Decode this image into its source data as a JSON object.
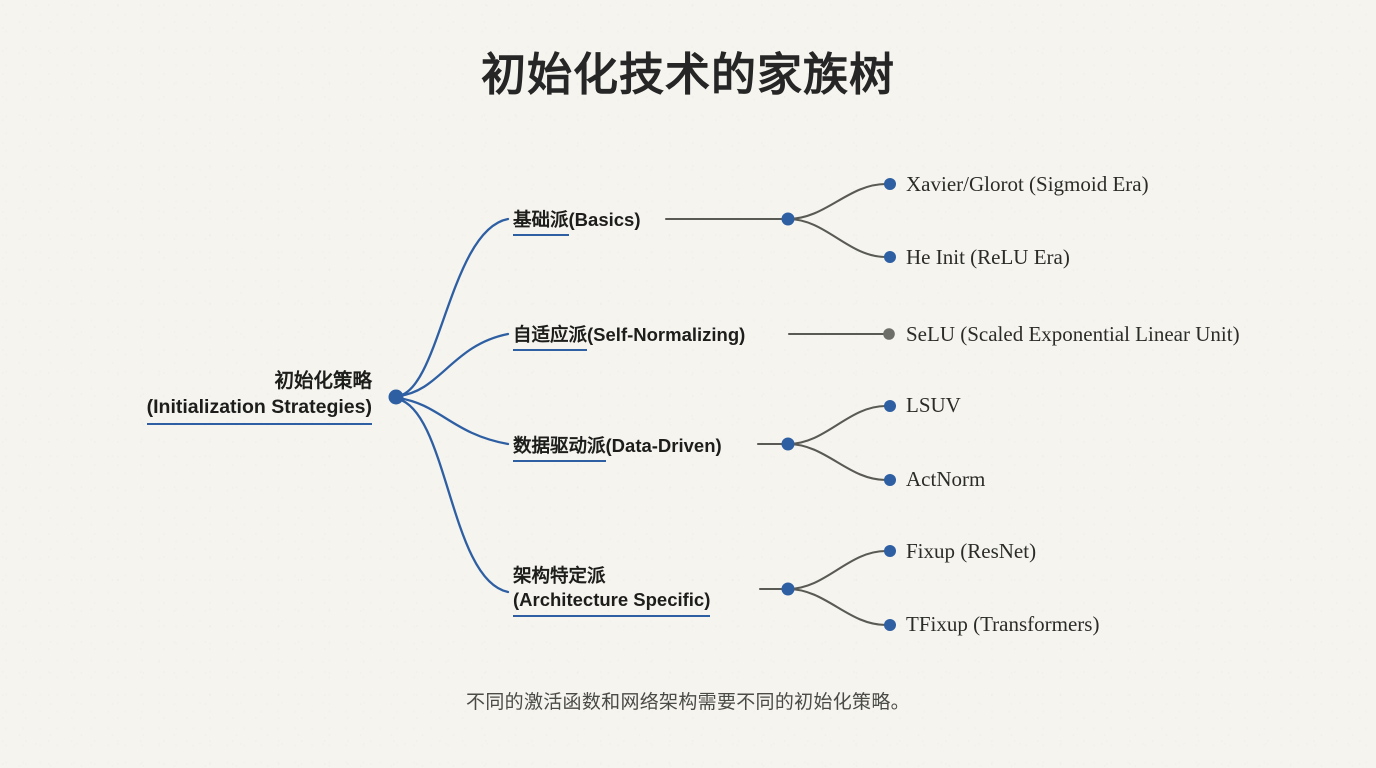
{
  "title": "初始化技术的家族树",
  "caption": "不同的激活函数和网络架构需要不同的初始化策略。",
  "colors": {
    "background": "#f5f4ef",
    "title": "#262626",
    "accent_blue": "#2e5fa3",
    "connector_gray": "#5a5a55",
    "neutral_dot": "#6e6e68",
    "text": "#1d1d1b",
    "caption": "#4a4a46"
  },
  "root": {
    "label_cn": "初始化策略",
    "label_en": "(Initialization Strategies)",
    "dot_color": "#2e5fa3"
  },
  "branches": [
    {
      "id": "basics",
      "label_cn": "基础派",
      "label_en": "(Basics)",
      "label_lines": [
        "基础派 (Basics)"
      ],
      "junction_dot_color": "#2e5fa3",
      "children": [
        {
          "id": "xavier",
          "label": "Xavier/Glorot (Sigmoid Era)",
          "dot_color": "#2e5fa3"
        },
        {
          "id": "he",
          "label": "He Init (ReLU Era)",
          "dot_color": "#2e5fa3"
        }
      ]
    },
    {
      "id": "self-normalizing",
      "label_cn": "自适应派",
      "label_en": "(Self-Normalizing)",
      "label_lines": [
        "自适应派 (Self-Normalizing)"
      ],
      "junction_dot_color": "#6e6e68",
      "children": [
        {
          "id": "selu",
          "label": "SeLU (Scaled Exponential Linear Unit)",
          "dot_color": "#6e6e68"
        }
      ]
    },
    {
      "id": "data-driven",
      "label_cn": "数据驱动派",
      "label_en": "(Data-Driven)",
      "label_lines": [
        "数据驱动派 (Data-Driven)"
      ],
      "junction_dot_color": "#2e5fa3",
      "children": [
        {
          "id": "lsuv",
          "label": "LSUV",
          "dot_color": "#2e5fa3"
        },
        {
          "id": "actnorm",
          "label": "ActNorm",
          "dot_color": "#2e5fa3"
        }
      ]
    },
    {
      "id": "architecture-specific",
      "label_cn": "架构特定派",
      "label_en": "(Architecture Specific)",
      "label_lines": [
        "架构特定派",
        "(Architecture Specific)"
      ],
      "junction_dot_color": "#2e5fa3",
      "children": [
        {
          "id": "fixup",
          "label": "Fixup (ResNet)",
          "dot_color": "#2e5fa3"
        },
        {
          "id": "tfixup",
          "label": "TFixup (Transformers)",
          "dot_color": "#2e5fa3"
        }
      ]
    }
  ]
}
